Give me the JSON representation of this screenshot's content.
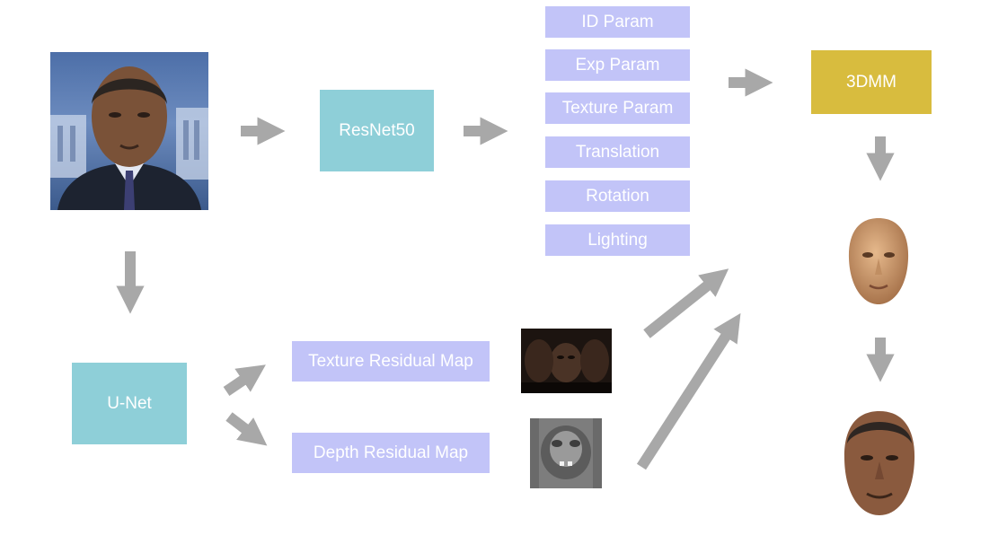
{
  "nodes": {
    "resnet": "ResNet50",
    "unet": "U-Net",
    "bfm": "3DMM"
  },
  "params": [
    "ID Param",
    "Exp Param",
    "Texture Param",
    "Translation",
    "Rotation",
    "Lighting"
  ],
  "residuals": {
    "texture": "Texture Residual Map",
    "depth": "Depth Residual Map"
  },
  "images": {
    "input": "input-face-photo",
    "texture_map": "texture-residual-image",
    "depth_map": "depth-residual-image",
    "coarse": "coarse-3d-face-render",
    "final": "final-textured-3d-face-render"
  },
  "colors": {
    "network": "#8ecfd8",
    "param": "#c2c4f8",
    "model": "#d8bc3e",
    "arrow": "#a8a8a8"
  }
}
